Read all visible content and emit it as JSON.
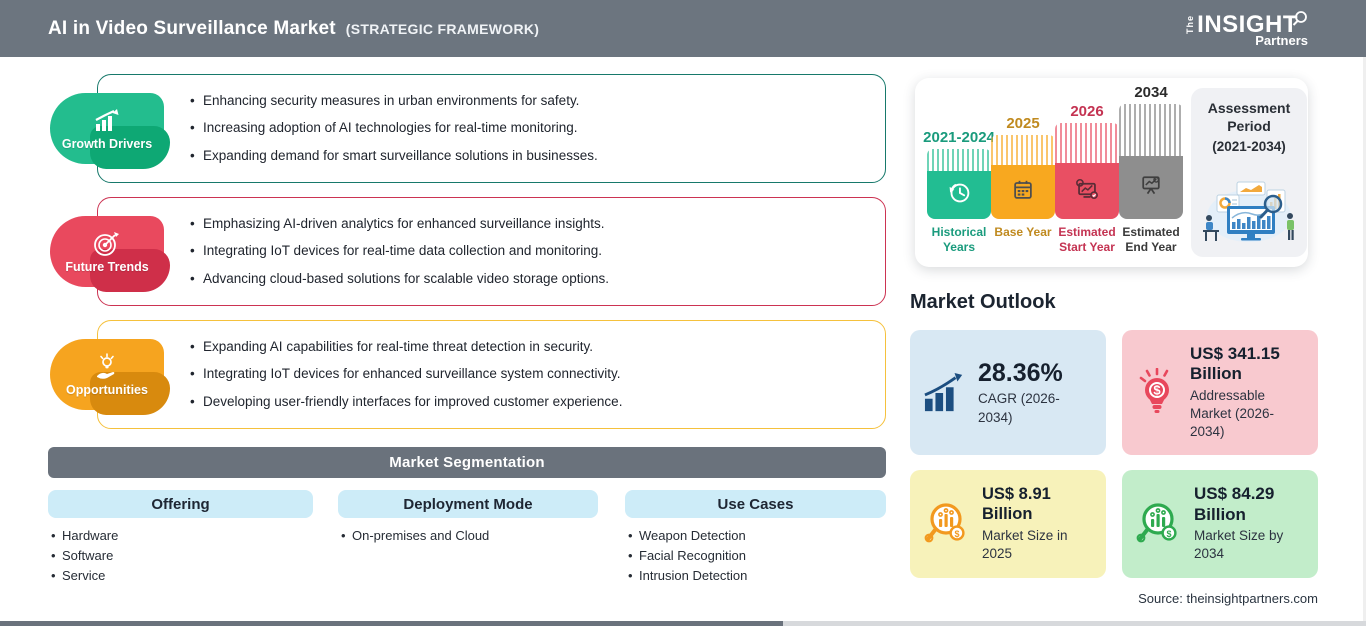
{
  "header": {
    "title": "AI in Video Surveillance Market",
    "subtitle": "(STRATEGIC FRAMEWORK)",
    "logo": {
      "the": "The",
      "insight": "INSIGHT",
      "partners": "Partners"
    }
  },
  "left_sections": [
    {
      "label": "Growth Drivers",
      "badge_color": "#23bd8e",
      "border_color": "#17796b",
      "bullets": [
        "Enhancing security measures in urban environments for safety.",
        "Increasing adoption of AI technologies for real-time monitoring.",
        "Expanding demand for smart surveillance solutions in businesses."
      ]
    },
    {
      "label": "Future Trends",
      "badge_color": "#e9495e",
      "border_color": "#cc3352",
      "bullets": [
        "Emphasizing AI-driven analytics for enhanced surveillance insights.",
        "Integrating IoT devices for real-time data collection and monitoring.",
        "Advancing cloud-based solutions for scalable video storage options."
      ]
    },
    {
      "label": "Opportunities",
      "badge_color": "#f6a41f",
      "border_color": "#f5c13d",
      "bullets": [
        "Expanding AI capabilities for real-time threat detection in security.",
        "Integrating IoT devices for enhanced surveillance system connectivity.",
        "Developing user-friendly interfaces for improved customer experience."
      ]
    }
  ],
  "segmentation": {
    "title": "Market Segmentation",
    "columns": [
      {
        "label": "Offering",
        "items": [
          "Hardware",
          "Software",
          "Service"
        ]
      },
      {
        "label": "Deployment Mode",
        "items": [
          "On-premises and Cloud"
        ]
      },
      {
        "label": "Use Cases",
        "items": [
          "Weapon Detection",
          "Facial Recognition",
          "Intrusion Detection"
        ]
      }
    ]
  },
  "timeline": {
    "bars": [
      {
        "year": "2021-2024",
        "label": "Historical Years",
        "color": "#22bd92"
      },
      {
        "year": "2025",
        "label": "Base Year",
        "color": "#f8a81f"
      },
      {
        "year": "2026",
        "label": "Estimated Start Year",
        "color": "#e94f63"
      },
      {
        "year": "2034",
        "label": "Estimated End Year",
        "color": "#8e8e8e"
      }
    ],
    "assessment_title": "Assessment Period",
    "assessment_range": "(2021-2034)"
  },
  "outlook": {
    "title": "Market Outlook",
    "cards": [
      {
        "value": "28.36%",
        "label": "CAGR (2026-2034)",
        "bg": "#d8e8f3"
      },
      {
        "value": "US$ 341.15 Billion",
        "label": "Addressable Market (2026-2034)",
        "bg": "#f8c9cf"
      },
      {
        "value": "US$ 8.91 Billion",
        "label": "Market Size in 2025",
        "bg": "#f7f2ba"
      },
      {
        "value": "US$ 84.29 Billion",
        "label": "Market Size by 2034",
        "bg": "#c2edca"
      }
    ]
  },
  "source": "Source: theinsightpartners.com",
  "chart_data": {
    "type": "bar",
    "title": "Assessment Period (2021-2034)",
    "categories": [
      "2021-2024",
      "2025",
      "2026",
      "2034"
    ],
    "series": [
      {
        "name": "timeline-emphasis (stylized, relative heights)",
        "values": [
          1,
          2,
          3,
          4
        ]
      }
    ],
    "bar_roles": [
      "Historical Years",
      "Base Year",
      "Estimated Start Year",
      "Estimated End Year"
    ],
    "bar_colors": [
      "#22bd92",
      "#f8a81f",
      "#e94f63",
      "#8e8e8e"
    ],
    "xlabel": "",
    "ylabel": "",
    "grid": false,
    "legend_position": "none",
    "annotations": [
      "28.36% CAGR (2026-2034)",
      "US$ 341.15 Billion Addressable Market (2026-2034)",
      "US$ 8.91 Billion Market Size in 2025",
      "US$ 84.29 Billion Market Size by 2034"
    ]
  }
}
